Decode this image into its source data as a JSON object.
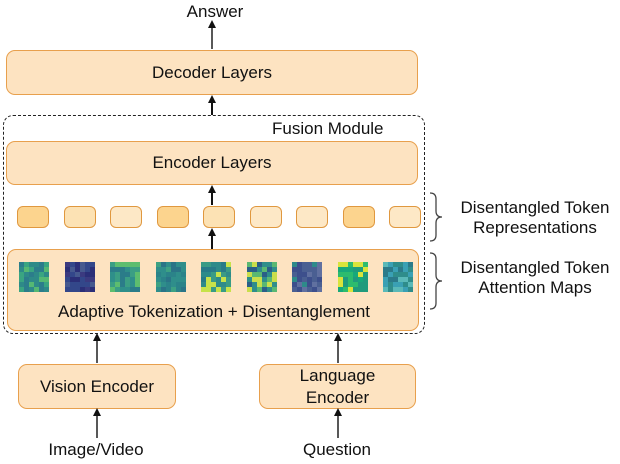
{
  "labels": {
    "answer": "Answer",
    "decoder": "Decoder Layers",
    "fusion": "Fusion Module",
    "encoder": "Encoder Layers",
    "adaptive": "Adaptive Tokenization + Disentanglement",
    "vision_encoder": "Vision Encoder",
    "language_encoder_line1": "Language",
    "language_encoder_line2": "Encoder",
    "image_video": "Image/Video",
    "question": "Question",
    "token_repr_line1": "Disentangled Token",
    "token_repr_line2": "Representations",
    "attn_maps_line1": "Disentangled Token",
    "attn_maps_line2": "Attention Maps"
  },
  "colors": {
    "box_fill": "#fde3c1",
    "box_border": "#e8a04d",
    "token_fills": [
      "#fcd48e",
      "#fce2b4",
      "#fde8c6",
      "#fcd48e",
      "#fce2b4",
      "#fde8c6",
      "#fde8c6",
      "#fcd48e",
      "#fde8c6"
    ]
  },
  "attention_maps": {
    "count": 9,
    "palettes": [
      [
        "#2e8a88",
        "#2c7d8b",
        "#3aa581",
        "#55b873"
      ],
      [
        "#2b2f78",
        "#33478a",
        "#3b3a80",
        "#46598f"
      ],
      [
        "#2f8f8a",
        "#3b9e84",
        "#2b7c89",
        "#5dbd6f"
      ],
      [
        "#2f8e8b",
        "#2b8389",
        "#3da183",
        "#2a7487"
      ],
      [
        "#287b89",
        "#2e8b8a",
        "#3a9b85",
        "#c7e24a"
      ],
      [
        "#c9de4b",
        "#5ab872",
        "#2f8e8b",
        "#2a5f88"
      ],
      [
        "#3d4f8c",
        "#4a5f92",
        "#6070a0",
        "#2e8a8a"
      ],
      [
        "#17a97a",
        "#2cbc6e",
        "#1f9b7c",
        "#d9e43b"
      ],
      [
        "#2f8d8b",
        "#3aa0b4",
        "#5ab9b8",
        "#2b7a8a"
      ]
    ]
  }
}
